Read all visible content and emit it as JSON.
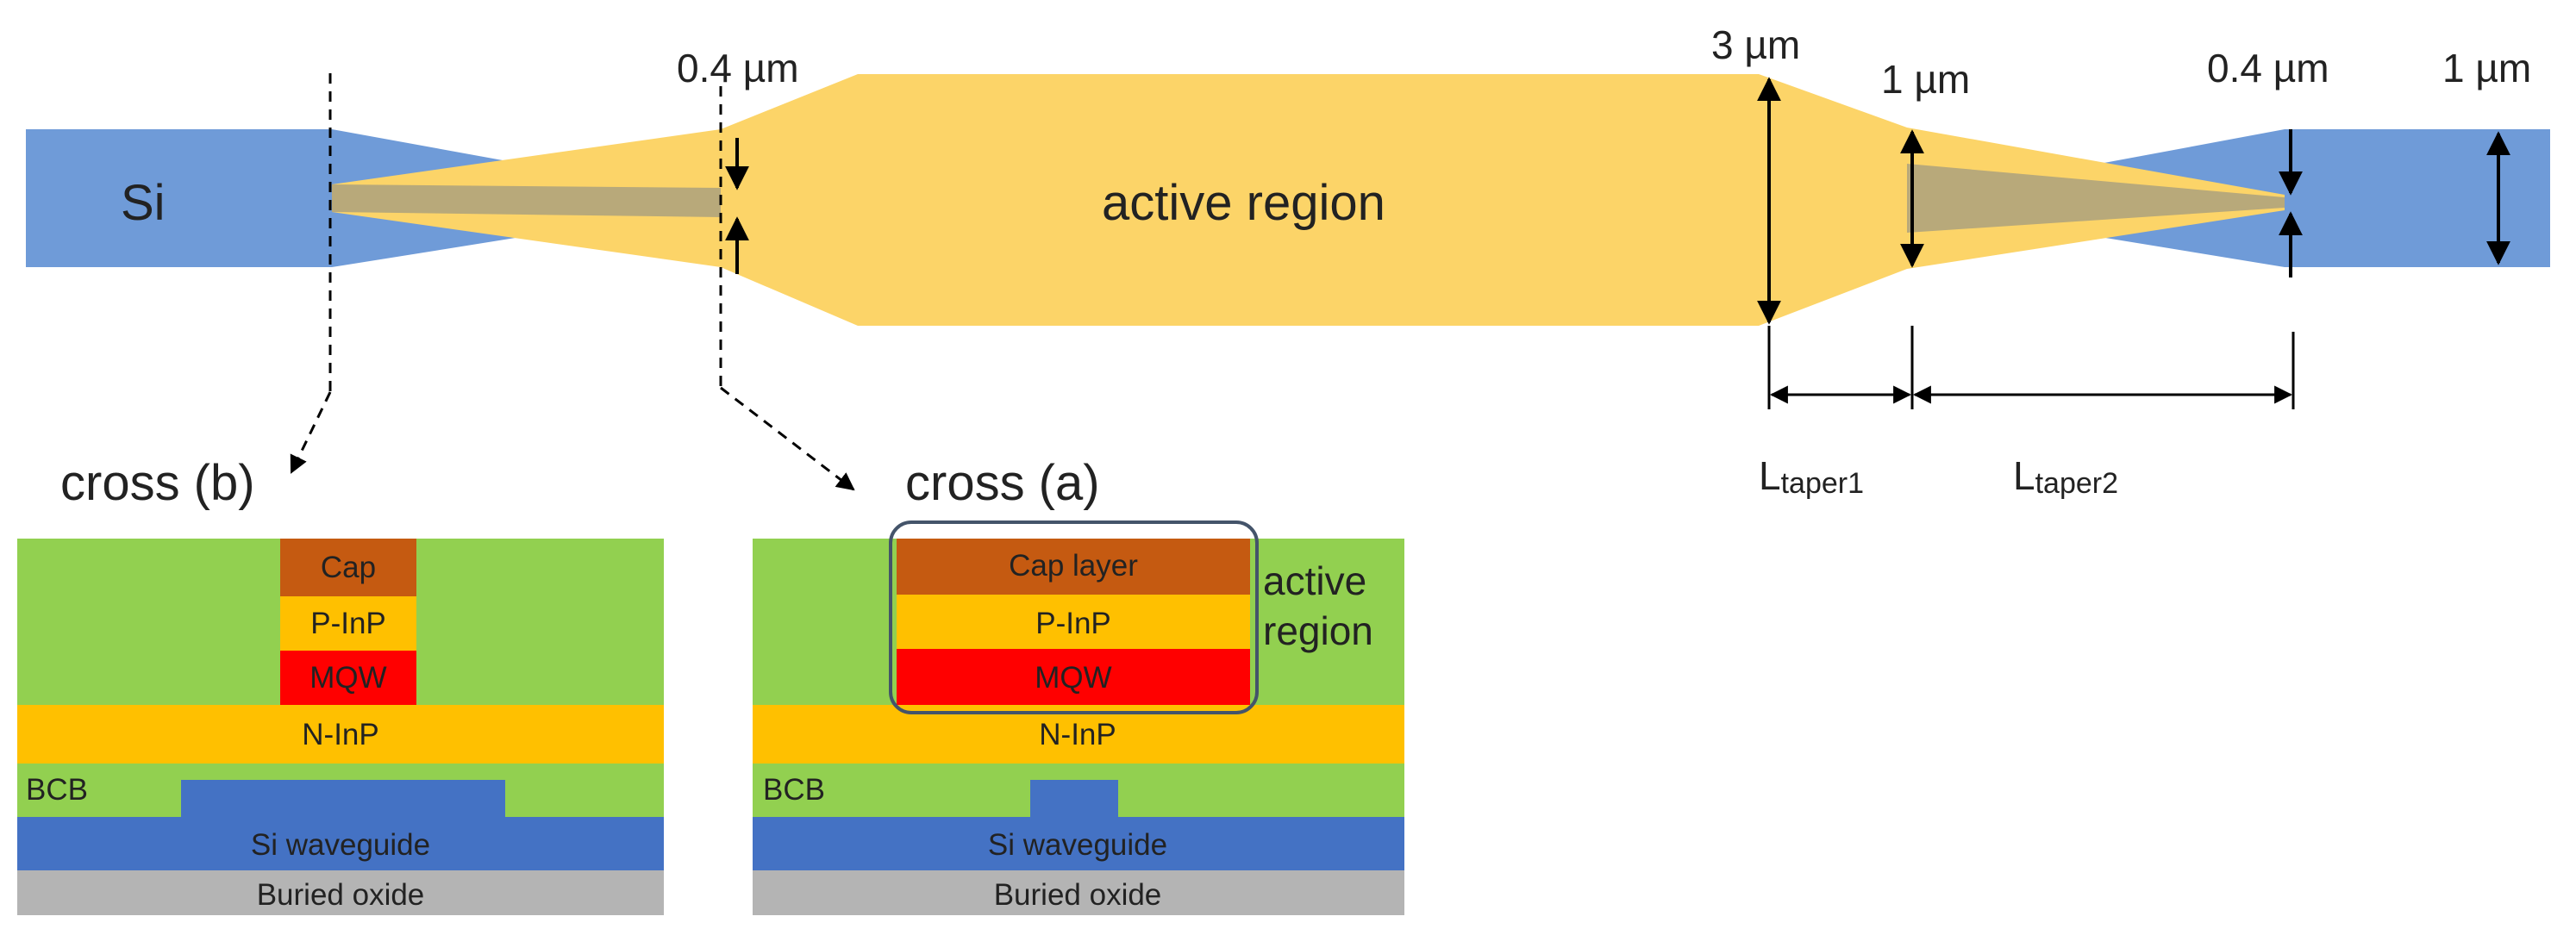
{
  "colors": {
    "silicon": "#6f9bd8",
    "overlap": "#b8a97a",
    "active": "#fcd468",
    "cap": "#c55a11",
    "p_inp": "#ffc000",
    "mqw": "#ff0000",
    "n_inp": "#ffc000",
    "bcb": "#92d050",
    "si_waveguide": "#4472c4",
    "buried_oxide": "#b4b4b4",
    "arrow": "#000000",
    "highlight_box": "#44546a"
  },
  "top_view": {
    "si_label": "Si",
    "active_label": "active region",
    "dim_left_tip": "0.4 µm",
    "dim_active_width": "3 µm",
    "dim_taper_mid": "1 µm",
    "dim_right_tip": "0.4 µm",
    "dim_si_width": "1 µm",
    "taper1": {
      "main": "L",
      "sub": "taper1"
    },
    "taper2": {
      "main": "L",
      "sub": "taper2"
    }
  },
  "cross_b": {
    "title": "cross (b)",
    "cap": "Cap",
    "p_inp": "P-InP",
    "mqw": "MQW",
    "n_inp": "N-InP",
    "bcb": "BCB",
    "si_waveguide": "Si waveguide",
    "buried_oxide": "Buried oxide"
  },
  "cross_a": {
    "title": "cross (a)",
    "cap": "Cap layer",
    "p_inp": "P-InP",
    "mqw": "MQW",
    "n_inp": "N-InP",
    "bcb": "BCB",
    "si_waveguide": "Si waveguide",
    "buried_oxide": "Buried oxide",
    "active_line1": "active",
    "active_line2": "region"
  }
}
